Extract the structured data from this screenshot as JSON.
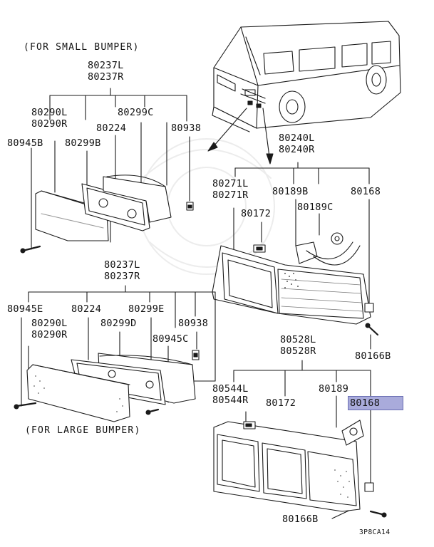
{
  "captions": {
    "small_bumper": "(FOR SMALL BUMPER)",
    "large_bumper": "(FOR LARGE BUMPER)"
  },
  "drawing_code": "3P8CA14",
  "small_bumper_parts": {
    "p80237L": "80237L",
    "p80237R": "80237R",
    "p80290L": "80290L",
    "p80290R": "80290R",
    "p80299C": "80299C",
    "p80224": "80224",
    "p80938": "80938",
    "p80945B": "80945B",
    "p80299B": "80299B"
  },
  "tail_lamp_parts": {
    "p80240L": "80240L",
    "p80240R": "80240R",
    "p80271L": "80271L",
    "p80271R": "80271R",
    "p80189B": "80189B",
    "p80168": "80168",
    "p80172": "80172",
    "p80189C": "80189C",
    "p80166B": "80166B"
  },
  "large_bumper_parts": {
    "p80237L": "80237L",
    "p80237R": "80237R",
    "p80945E": "80945E",
    "p80224": "80224",
    "p80299E": "80299E",
    "p80290L": "80290L",
    "p80290R": "80290R",
    "p80299D": "80299D",
    "p80938": "80938",
    "p80945C": "80945C"
  },
  "lower_lamp_parts": {
    "p80528L": "80528L",
    "p80528R": "80528R",
    "p80544L": "80544L",
    "p80544R": "80544R",
    "p80172": "80172",
    "p80189": "80189",
    "p80168": "80168",
    "p80166B": "80166B"
  },
  "highlighted_part": "80168",
  "colors": {
    "highlight_fill": "#a9abdb",
    "highlight_border": "#6b6fb3",
    "line": "#1a1a1a"
  }
}
